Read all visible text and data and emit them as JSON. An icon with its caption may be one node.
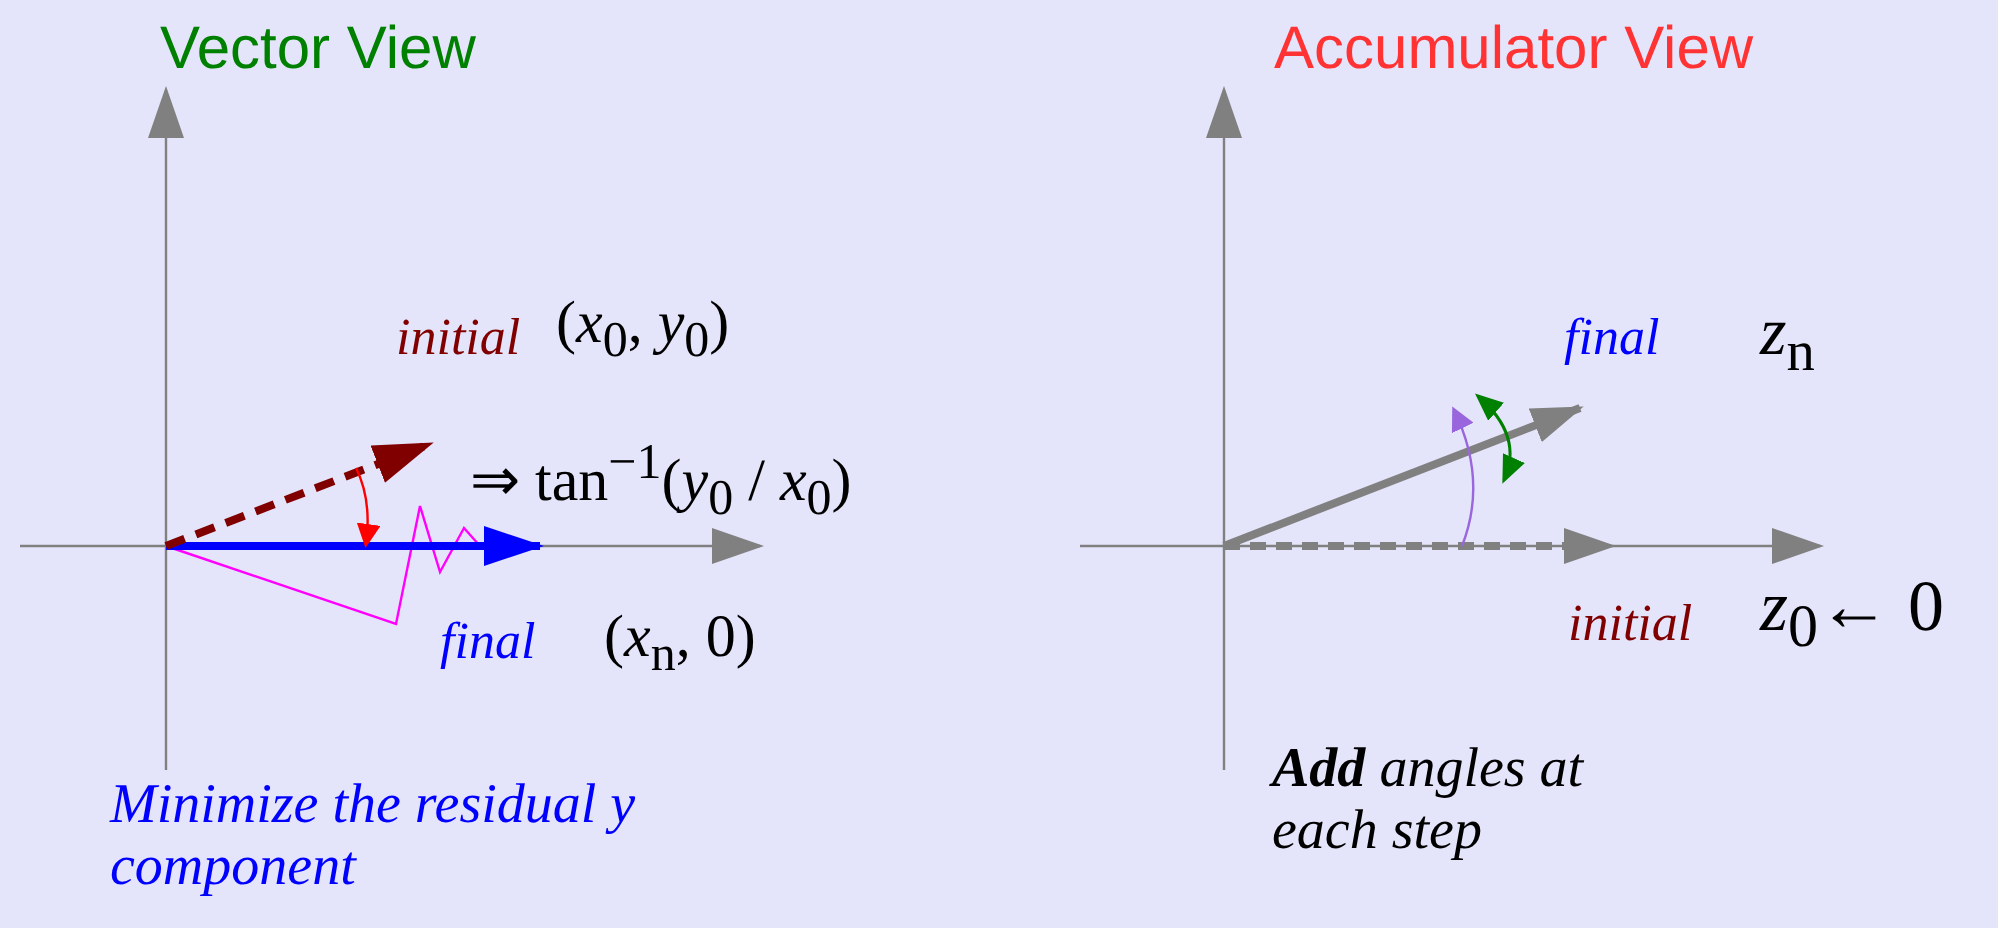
{
  "diagram": {
    "labels": [
      "Vector View",
      "Accumulator View",
      "initial",
      "(*x*$_{0}$, *y*$_{0}$)",
      "⇒ tan$^{−1}$(*y*$_{0}$ / *x*$_{0}$)",
      "final",
      "(*x*$_{n}$, 0)",
      "final",
      "*z*$_{n}$",
      "initial",
      "*z*$_{0}$← 0",
      "Minimize the residual y component",
      "**Add** angles at each step"
    ]
  }
}
